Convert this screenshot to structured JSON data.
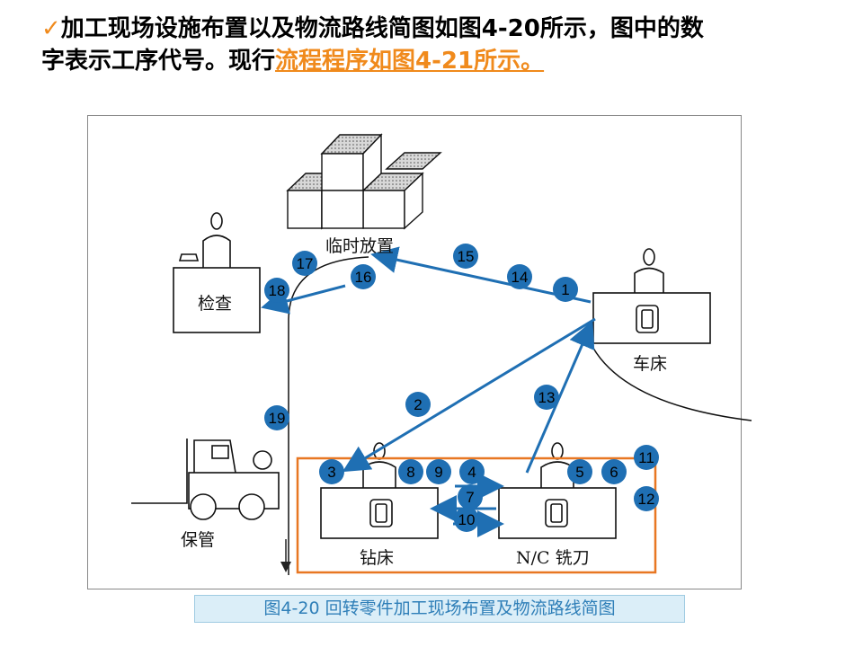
{
  "header": {
    "check": "✓",
    "line1": "加工现场设施布置以及物流路线简图如图4-20所示，图中的数",
    "line2_plain": "字表示工序代号。现行",
    "line2_highlight": "流程程序如图4-21所示。"
  },
  "figure": {
    "labels": {
      "temp_storage": "临时放置",
      "inspection": "检查",
      "lathe": "车床",
      "storage": "保管",
      "drill": "钻床",
      "mill": "N/C 铣刀"
    },
    "process_numbers": [
      "1",
      "2",
      "3",
      "4",
      "5",
      "6",
      "7",
      "8",
      "9",
      "10",
      "11",
      "12",
      "13",
      "14",
      "15",
      "16",
      "17",
      "18",
      "19"
    ],
    "colors": {
      "arrow": "#1f6fb3",
      "highlight_box": "#e87722",
      "title_accent": "#f08a1c"
    }
  },
  "caption": "图4-20   回转零件加工现场布置及物流路线简图"
}
